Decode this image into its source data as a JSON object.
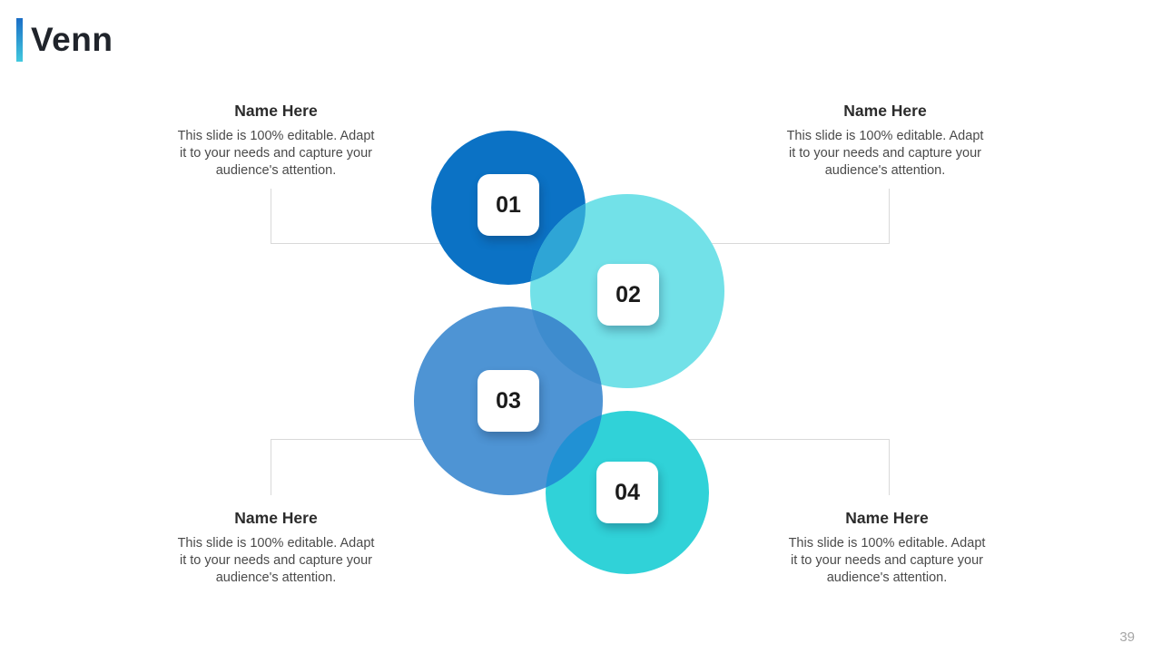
{
  "slide": {
    "title": "Venn",
    "page_number": "39"
  },
  "theme": {
    "accent_top": "#1B6EC6",
    "accent_bottom": "#41C9DE",
    "title_color": "#20242B",
    "connector_line_color": "#D9D9D9",
    "name_title_color": "#2B2B2B",
    "body_text_color": "#4A4A4A",
    "badge_background": "#FFFFFF",
    "badge_text_color": "#1B1B1B",
    "page_number_color": "#A6A6A6"
  },
  "venn": {
    "circles": [
      {
        "label": "01",
        "color": "#0B72C5"
      },
      {
        "label": "02",
        "color": "#72E1E8"
      },
      {
        "label": "03",
        "color": "#4E94D4"
      },
      {
        "label": "04",
        "color": "#30D2D8"
      }
    ],
    "overlaps": {
      "o12": "#2EA5D6",
      "o23": "#3E8CCE",
      "o34": "#2191D4"
    }
  },
  "labels": [
    {
      "position": "top-left",
      "title": "Name Here",
      "lines": [
        "This slide is 100% editable. Adapt",
        "it to your needs and capture your",
        "audience's attention."
      ]
    },
    {
      "position": "top-right",
      "title": "Name Here",
      "lines": [
        "This slide is 100% editable. Adapt",
        "it to your needs and capture your",
        "audience's attention."
      ]
    },
    {
      "position": "bottom-left",
      "title": "Name Here",
      "lines": [
        "This slide is 100% editable. Adapt",
        "it to your needs and capture your",
        "audience's attention."
      ]
    },
    {
      "position": "bottom-right",
      "title": "Name Here",
      "lines": [
        "This slide is 100% editable. Adapt",
        "it to your needs and capture your",
        "audience's attention."
      ]
    }
  ]
}
